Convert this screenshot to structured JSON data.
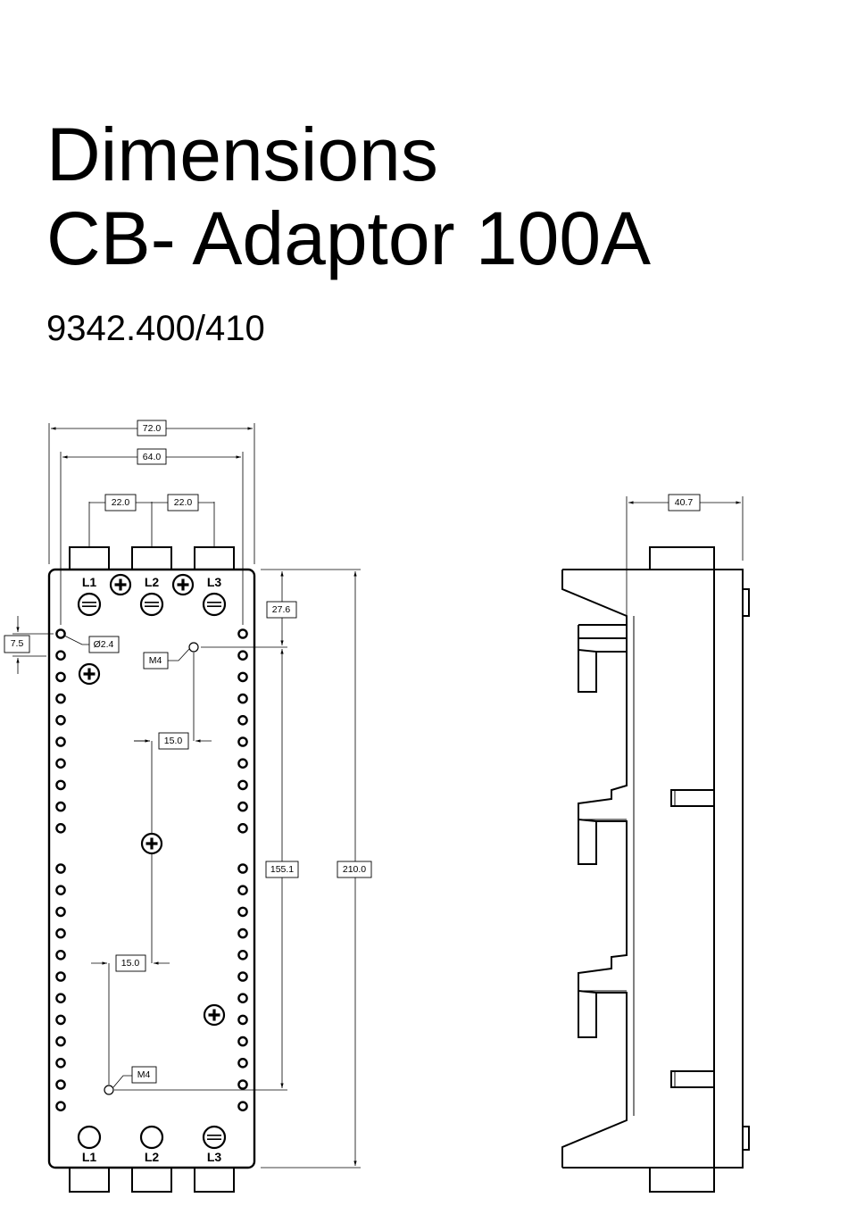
{
  "header": {
    "title_line1": "Dimensions",
    "title_line2": "CB- Adaptor 100A",
    "part_number": "9342.400/410"
  },
  "front_view": {
    "dimensions": {
      "overall_width": "72.0",
      "hole_span": "64.0",
      "pitch_left": "22.0",
      "pitch_right": "22.0",
      "height_overall": "210.0",
      "mount_span": "155.1",
      "top_offset": "27.6",
      "edge_offset": "7.5",
      "hole_dia": "Ø2.4",
      "offset_upper": "15.0",
      "offset_lower": "15.0",
      "thread_top": "M4",
      "thread_bottom": "M4"
    },
    "terminal_labels_top": [
      "L1",
      "L2",
      "L3"
    ],
    "terminal_labels_bottom": [
      "L1",
      "L2",
      "L3"
    ]
  },
  "side_view": {
    "dimensions": {
      "depth": "40.7"
    }
  },
  "colors": {
    "line": "#000000",
    "background": "#ffffff"
  }
}
